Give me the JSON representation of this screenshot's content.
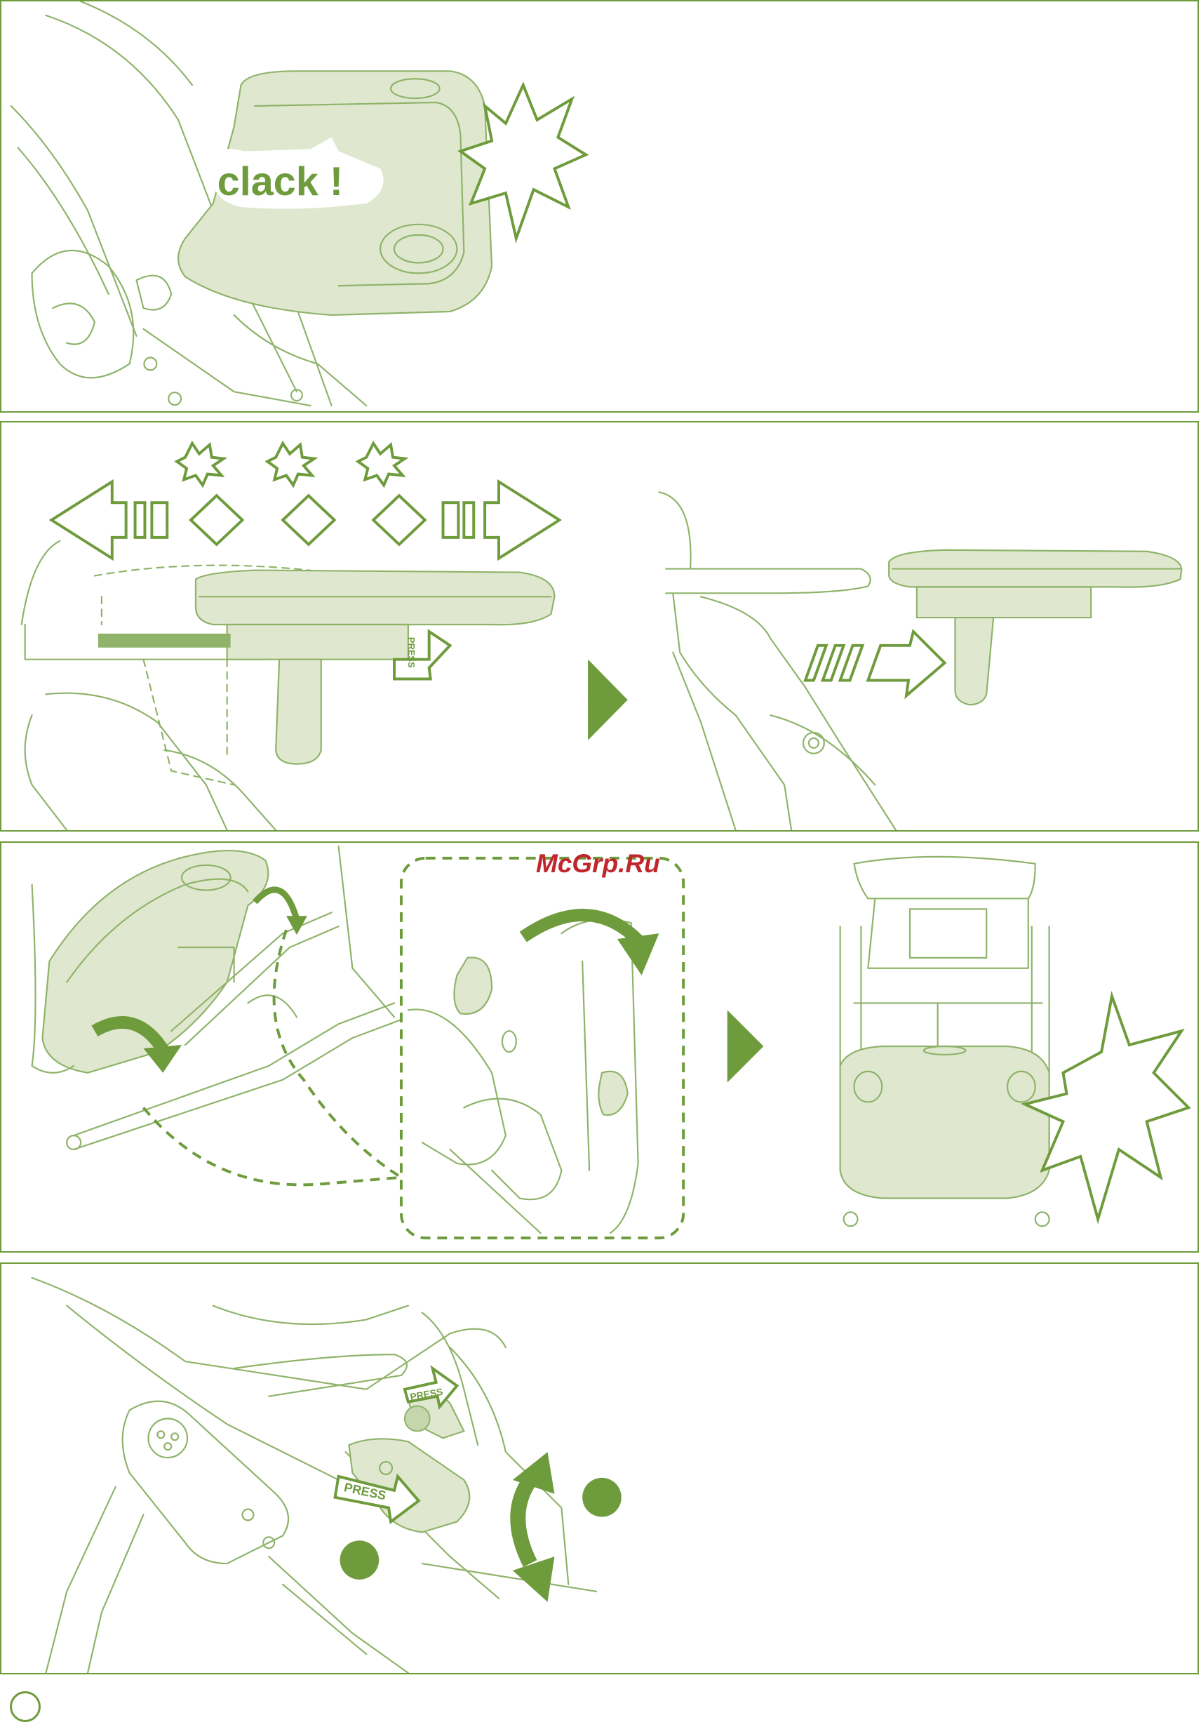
{
  "panel1": {
    "callout": "clack !"
  },
  "panel2": {
    "press_label": "PRESS"
  },
  "panel4": {
    "press_label_1": "PRESS",
    "press_label_2": "PRESS"
  },
  "watermark": "McGrp.Ru",
  "colors": {
    "accent": "#6e9b3c",
    "line": "#8fb36a",
    "fill": "#dfe8cf",
    "watermark": "#c0272d"
  }
}
